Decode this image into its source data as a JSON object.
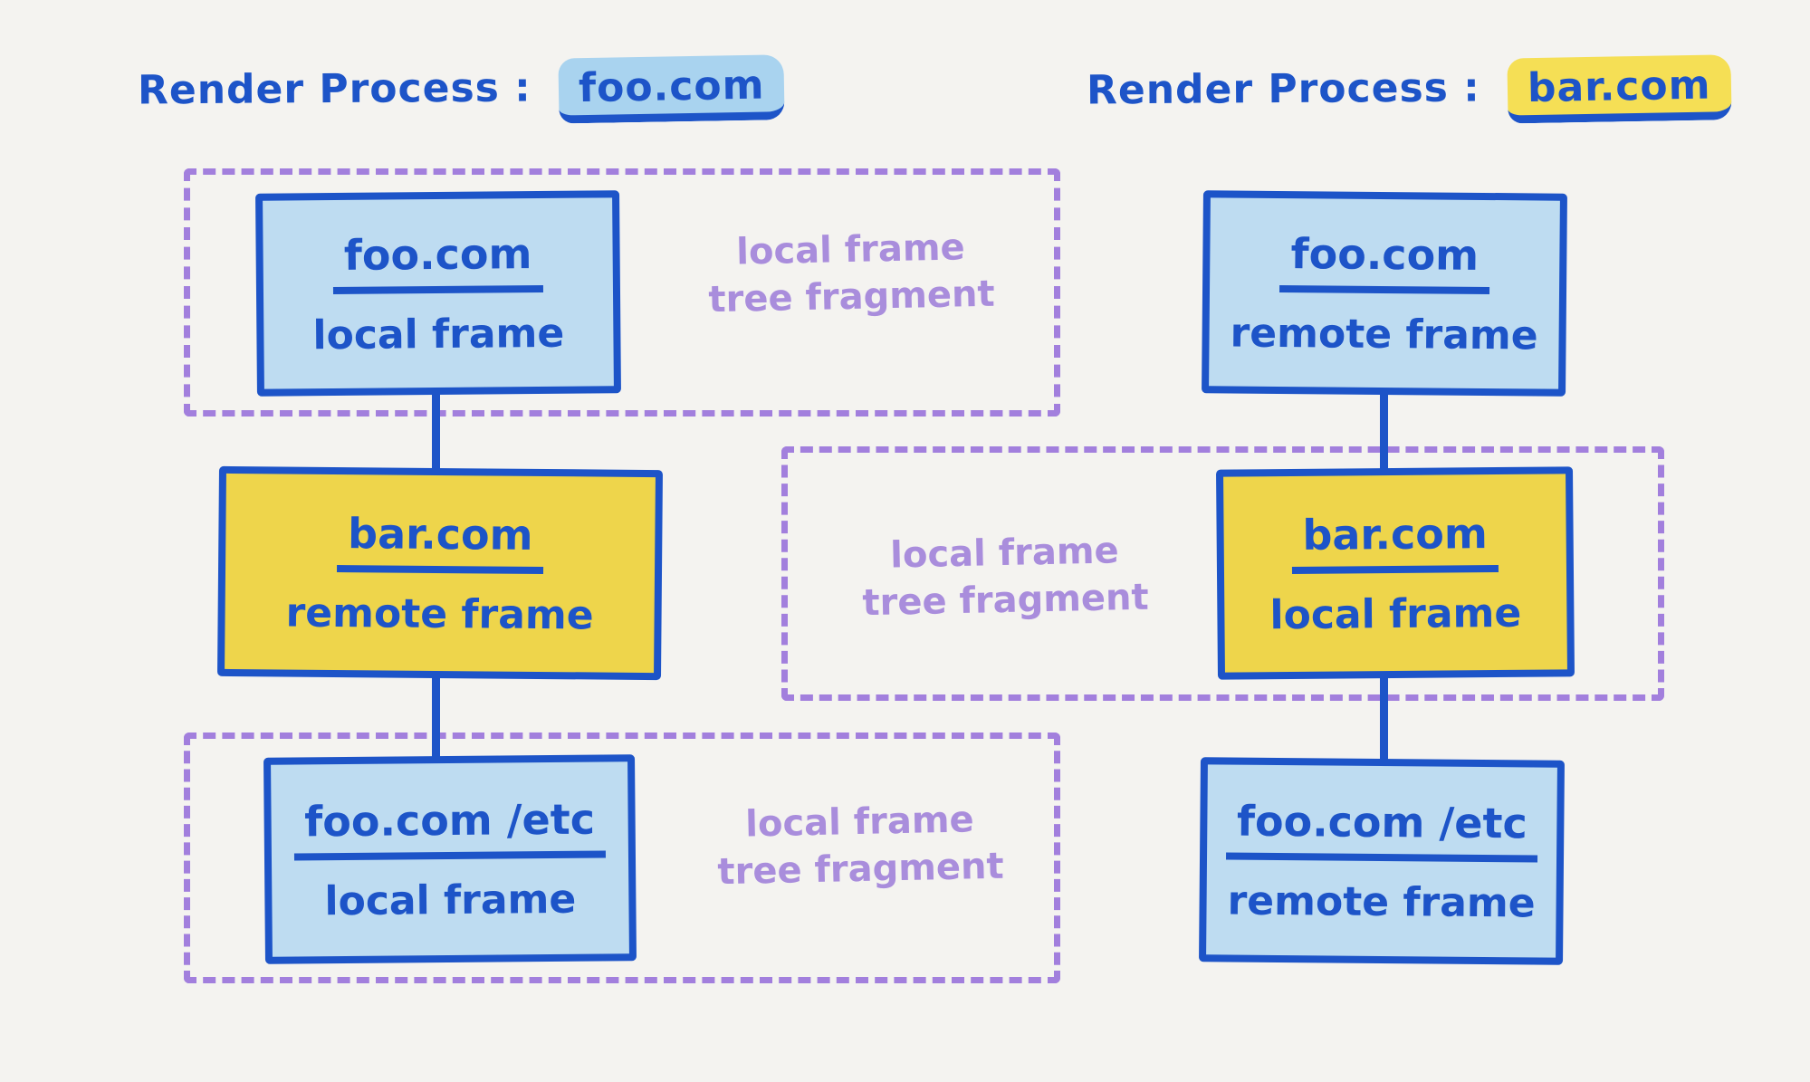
{
  "palette": {
    "background": "#f4f3f0",
    "blue_ink": "#1d54c8",
    "light_blue_fill": "#bedcf1",
    "blue_highlight": "#a9d3ef",
    "yellow_fill": "#eed54b",
    "yellow_highlight": "#f5df55",
    "purple_dash": "#a27fdd",
    "purple_text": "#a98ddc"
  },
  "titles": {
    "left": {
      "prefix": "Render Process :",
      "domain": "foo.com"
    },
    "right": {
      "prefix": "Render Process :",
      "domain": "bar.com"
    }
  },
  "left_process": {
    "top_fragment": {
      "label": "local frame\ntree fragment",
      "node": {
        "domain": "foo.com",
        "kind": "local frame"
      }
    },
    "middle_node": {
      "domain": "bar.com",
      "kind": "remote frame"
    },
    "bottom_fragment": {
      "label": "local frame\ntree fragment",
      "node": {
        "domain": "foo.com /etc",
        "kind": "local frame"
      }
    }
  },
  "right_process": {
    "top_node": {
      "domain": "foo.com",
      "kind": "remote frame"
    },
    "middle_fragment": {
      "label": "local frame\ntree fragment",
      "node": {
        "domain": "bar.com",
        "kind": "local frame"
      }
    },
    "bottom_node": {
      "domain": "foo.com /etc",
      "kind": "remote frame"
    }
  }
}
